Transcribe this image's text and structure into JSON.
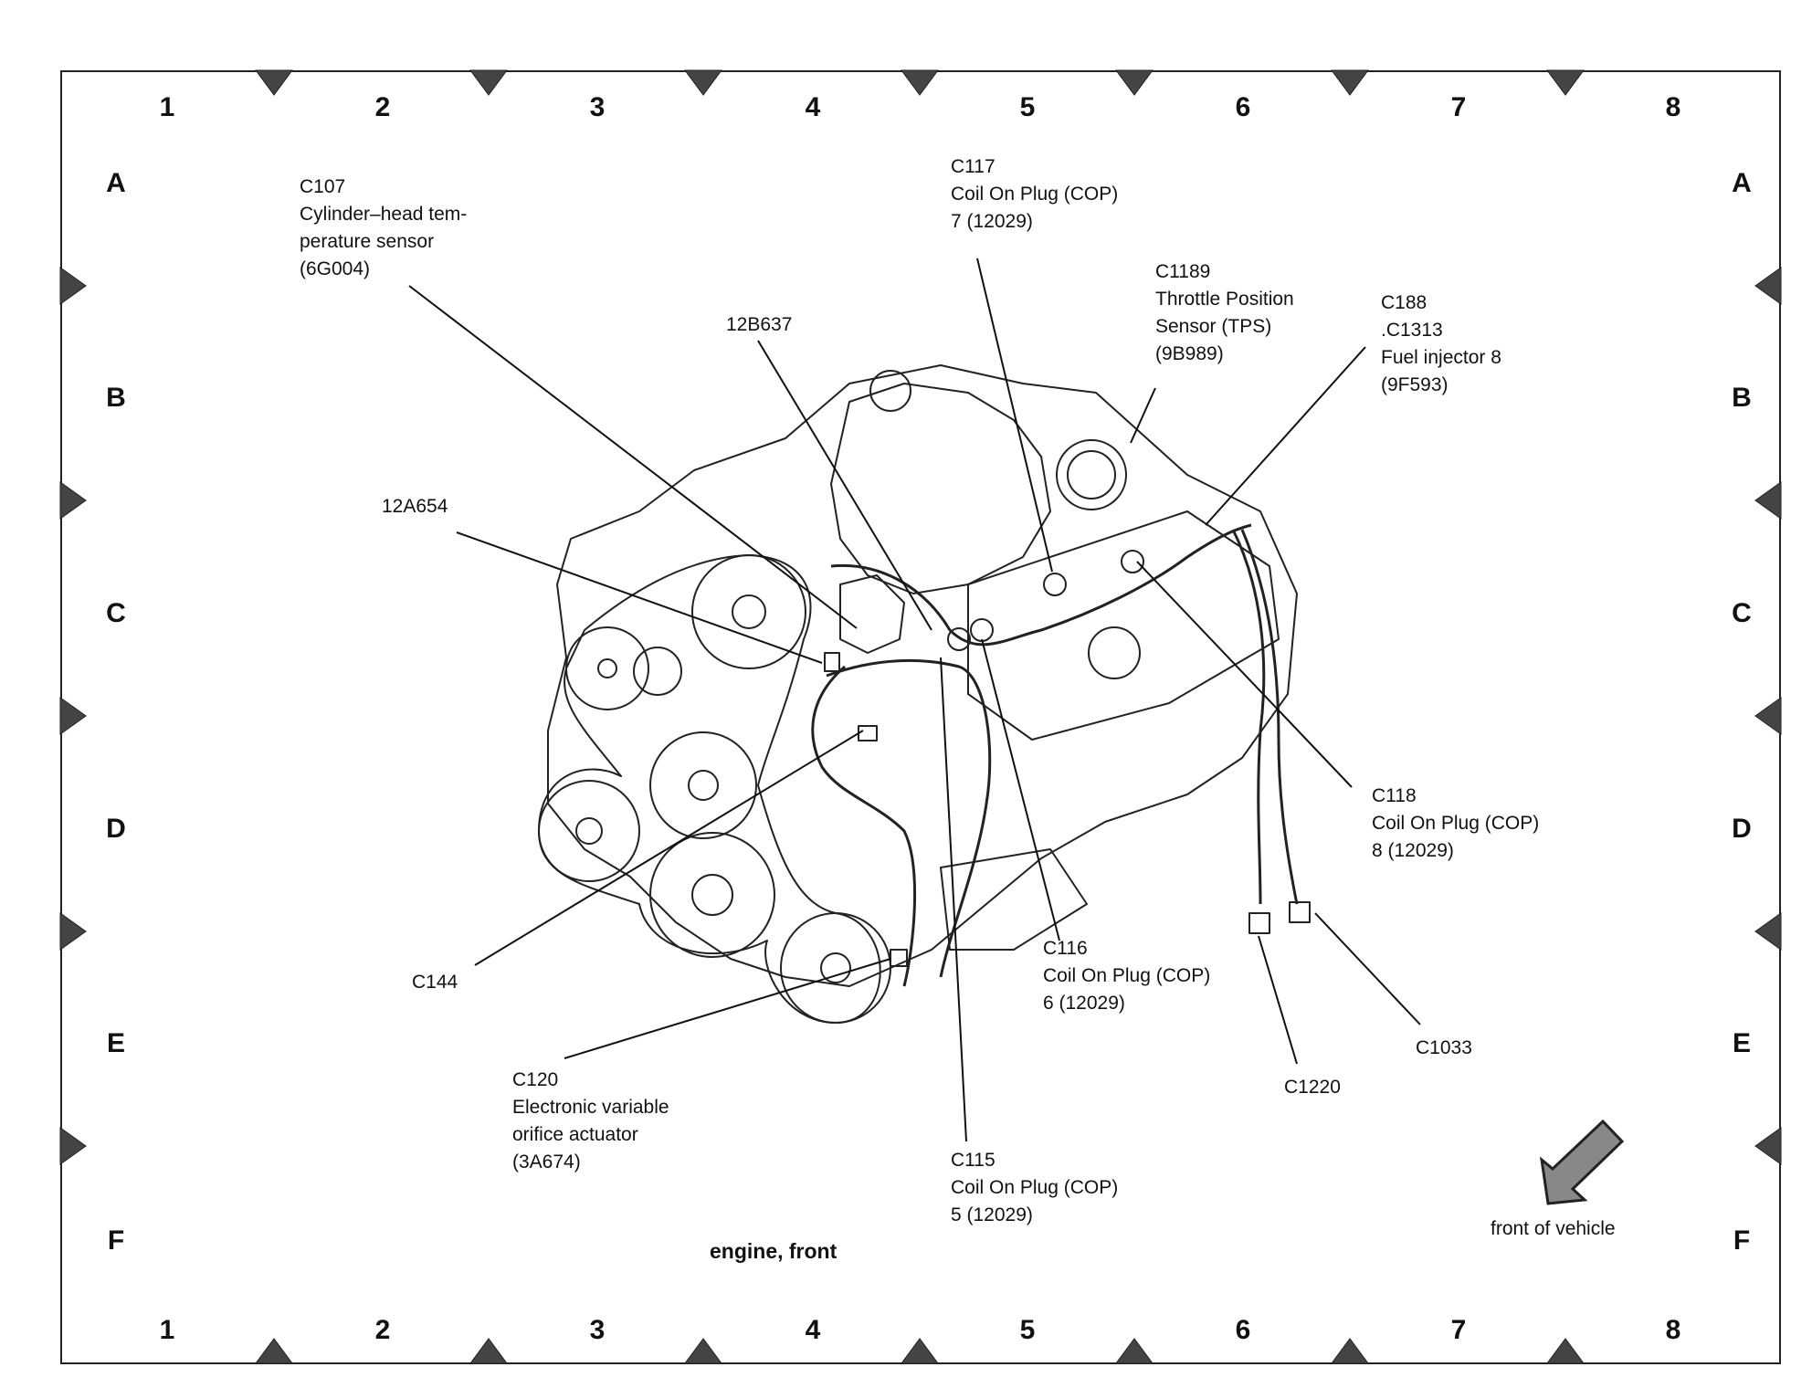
{
  "grid": {
    "columns": [
      "1",
      "2",
      "3",
      "4",
      "5",
      "6",
      "7",
      "8"
    ],
    "rows": [
      "A",
      "B",
      "C",
      "D",
      "E",
      "F"
    ]
  },
  "caption": "engine, front",
  "orientation_note": "front of vehicle",
  "callouts": {
    "c107": {
      "lines": [
        "C107",
        "Cylinder–head tem-",
        "perature sensor",
        "(6G004)"
      ]
    },
    "c117": {
      "lines": [
        "C117",
        "Coil On Plug (COP)",
        "7 (12029)"
      ]
    },
    "c1189": {
      "lines": [
        "C1189",
        "Throttle Position",
        "Sensor (TPS)",
        "(9B989)"
      ]
    },
    "c188": {
      "lines": [
        "C188",
        ".C1313",
        "Fuel injector 8",
        "(9F593)"
      ]
    },
    "p12b637": {
      "lines": [
        "12B637"
      ]
    },
    "p12a654": {
      "lines": [
        "12A654"
      ]
    },
    "c118": {
      "lines": [
        "C118",
        "Coil On Plug (COP)",
        "8 (12029)"
      ]
    },
    "c116": {
      "lines": [
        "C116",
        "Coil On Plug (COP)",
        "6 (12029)"
      ]
    },
    "c144": {
      "lines": [
        "C144"
      ]
    },
    "c120": {
      "lines": [
        "C120",
        "Electronic variable",
        "orifice actuator",
        "(3A674)"
      ]
    },
    "c115": {
      "lines": [
        "C115",
        "Coil On Plug (COP)",
        "5 (12029)"
      ]
    },
    "c1220": {
      "lines": [
        "C1220"
      ]
    },
    "c1033": {
      "lines": [
        "C1033"
      ]
    }
  }
}
